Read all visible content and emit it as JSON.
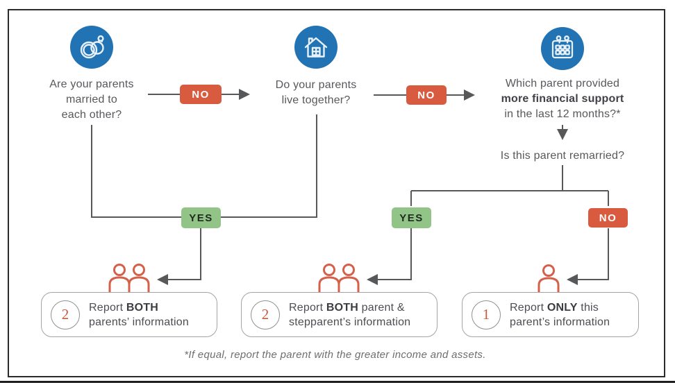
{
  "meta": {
    "title": "Which parent's information to report flowchart"
  },
  "colors": {
    "icon_blue": "#2173b4",
    "no_red": "#d85b40",
    "yes_green": "#93c487",
    "connector_gray": "#57585a",
    "people_orange": "#d4604a",
    "question_text": "#57585c",
    "frame_border": "#2b2b2b"
  },
  "questions": {
    "married": {
      "icon": "rings-icon",
      "lines": [
        "Are your parents",
        "married to",
        "each other?"
      ]
    },
    "live_together": {
      "icon": "house-icon",
      "lines": [
        "Do your parents",
        "live together?"
      ]
    },
    "financial_support": {
      "icon": "calendar-icon",
      "line1": "Which parent provided",
      "line2_bold": "more financial support",
      "line3": "in the last 12 months?*"
    },
    "remarried": {
      "label": "Is this parent remarried?"
    }
  },
  "badges": {
    "married_no": "NO",
    "live_together_no": "NO",
    "merge_yes": "YES",
    "remarried_yes": "YES",
    "remarried_no": "NO"
  },
  "outcomes": {
    "both_parents": {
      "number": "2",
      "pre": "Report ",
      "bold": "BOTH",
      "rest": "",
      "line2": "parents’ information"
    },
    "parent_stepparent": {
      "number": "2",
      "pre": "Report ",
      "bold": "BOTH",
      "rest": " parent &",
      "line2": "stepparent’s information"
    },
    "only_parent": {
      "number": "1",
      "pre": "Report ",
      "bold": "ONLY",
      "rest": " this",
      "line2": "parent’s information"
    }
  },
  "footnote": "*If equal, report the parent with the greater income and assets."
}
